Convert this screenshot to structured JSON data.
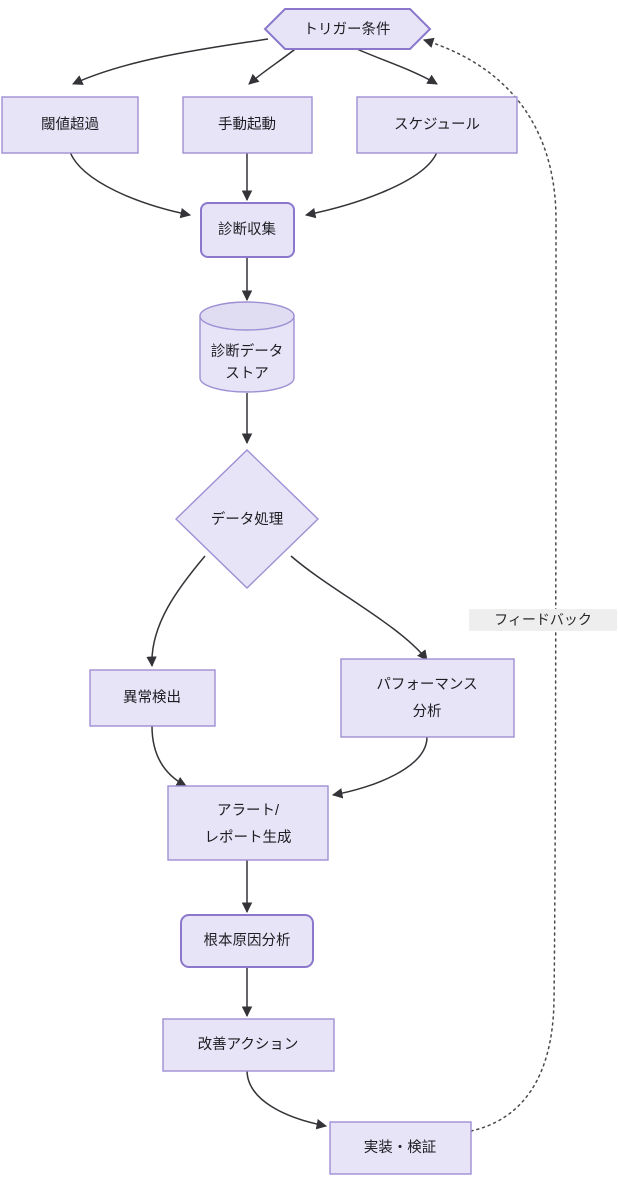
{
  "diagram": {
    "type": "flowchart",
    "direction": "top-down",
    "background_color": "#ffffff",
    "node_fill_color": "#e6e4f6",
    "node_border_color": "#9f8fd4",
    "edge_color": "#333338",
    "label_text_color": "#1d1d22",
    "edge_label_bg_color": "#eeeeee",
    "nodes": [
      {
        "id": "trigger",
        "label": "トリガー条件",
        "shape": "hexagon"
      },
      {
        "id": "threshold",
        "label": "閾値超過",
        "shape": "rectangle"
      },
      {
        "id": "manual",
        "label": "手動起動",
        "shape": "rectangle"
      },
      {
        "id": "schedule",
        "label": "スケジュール",
        "shape": "rectangle"
      },
      {
        "id": "collect",
        "label": "診断収集",
        "shape": "rounded-rectangle"
      },
      {
        "id": "store",
        "label_line1": "診断データ",
        "label_line2": "ストア",
        "shape": "cylinder"
      },
      {
        "id": "process",
        "label": "データ処理",
        "shape": "diamond"
      },
      {
        "id": "anomaly",
        "label": "異常検出",
        "shape": "rectangle"
      },
      {
        "id": "performance",
        "label_line1": "パフォーマンス",
        "label_line2": "分析",
        "shape": "rectangle"
      },
      {
        "id": "alert",
        "label_line1": "アラート/",
        "label_line2": "レポート生成",
        "shape": "rectangle"
      },
      {
        "id": "rootcause",
        "label": "根本原因分析",
        "shape": "rounded-rectangle"
      },
      {
        "id": "action",
        "label": "改善アクション",
        "shape": "rectangle"
      },
      {
        "id": "verify",
        "label": "実装・検証",
        "shape": "rectangle"
      }
    ],
    "edges": [
      {
        "from": "trigger",
        "to": "threshold",
        "style": "solid",
        "label": ""
      },
      {
        "from": "trigger",
        "to": "manual",
        "style": "solid",
        "label": ""
      },
      {
        "from": "trigger",
        "to": "schedule",
        "style": "solid",
        "label": ""
      },
      {
        "from": "threshold",
        "to": "collect",
        "style": "solid",
        "label": ""
      },
      {
        "from": "manual",
        "to": "collect",
        "style": "solid",
        "label": ""
      },
      {
        "from": "schedule",
        "to": "collect",
        "style": "solid",
        "label": ""
      },
      {
        "from": "collect",
        "to": "store",
        "style": "solid",
        "label": ""
      },
      {
        "from": "store",
        "to": "process",
        "style": "solid",
        "label": ""
      },
      {
        "from": "process",
        "to": "anomaly",
        "style": "solid",
        "label": ""
      },
      {
        "from": "process",
        "to": "performance",
        "style": "solid",
        "label": ""
      },
      {
        "from": "anomaly",
        "to": "alert",
        "style": "solid",
        "label": ""
      },
      {
        "from": "performance",
        "to": "alert",
        "style": "solid",
        "label": ""
      },
      {
        "from": "alert",
        "to": "rootcause",
        "style": "solid",
        "label": ""
      },
      {
        "from": "rootcause",
        "to": "action",
        "style": "solid",
        "label": ""
      },
      {
        "from": "action",
        "to": "verify",
        "style": "solid",
        "label": ""
      },
      {
        "from": "verify",
        "to": "trigger",
        "style": "dotted",
        "label": "フィードバック"
      }
    ],
    "edge_labels": [
      {
        "text": "フィードバック"
      }
    ]
  }
}
